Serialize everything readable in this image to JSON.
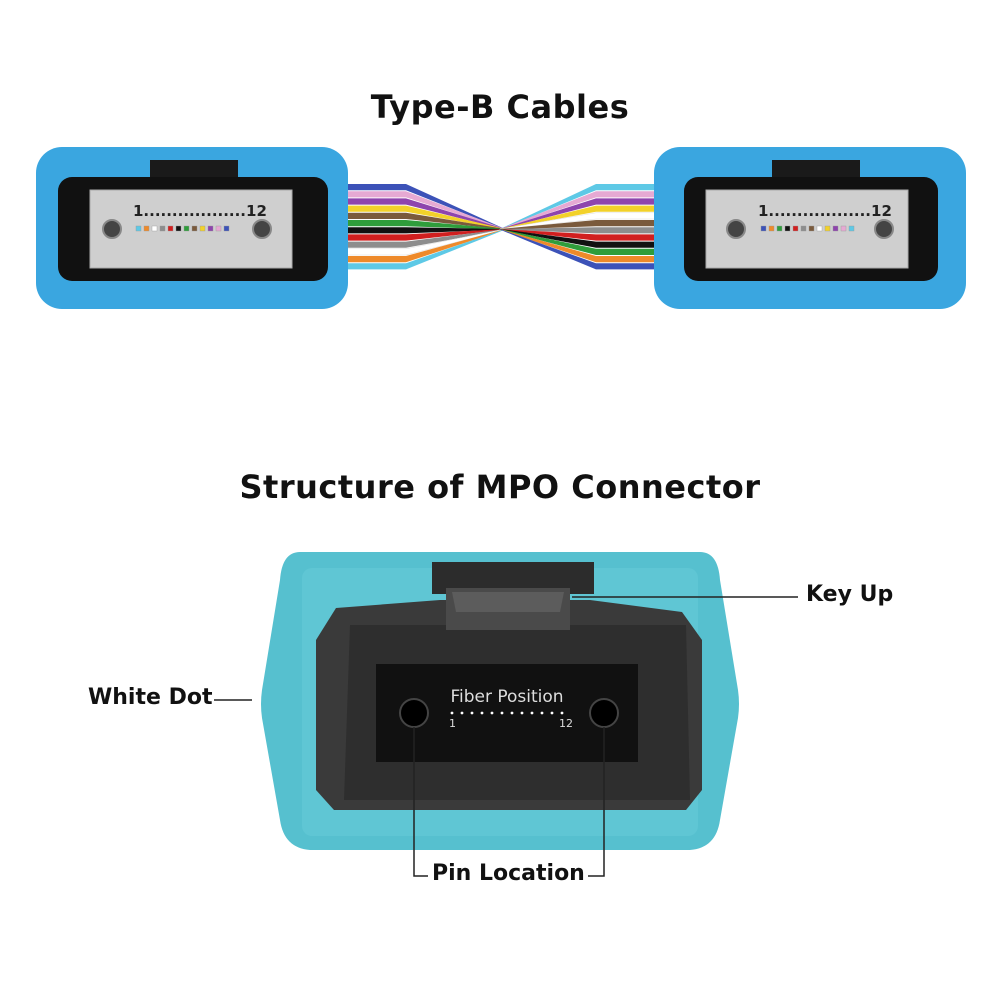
{
  "titles": {
    "type_b": "Type-B Cables",
    "structure": "Structure of MPO Connector"
  },
  "cable_connectors": {
    "left_range": "1..................12",
    "right_range": "1..................12"
  },
  "mpo": {
    "fiber_position": "Fiber Position",
    "start_num": "1",
    "end_num": "12"
  },
  "callouts": {
    "key_up": "Key Up",
    "white_dot": "White Dot",
    "pin_location": "Pin Location"
  },
  "colors": {
    "connector_blue": "#3aa6e0",
    "mpo_aqua": "#56c0cf",
    "fibers_left": [
      "#3c52b8",
      "#e6a9d3",
      "#8e44ad",
      "#f2d12a",
      "#7a5a3c",
      "#2f9d3b",
      "#111111",
      "#d11f1f",
      "#8d8d8d",
      "#ffffff",
      "#ee8a2a",
      "#5ec9e6"
    ],
    "fibers_right": [
      "#5ec9e6",
      "#e6a9d3",
      "#8e44ad",
      "#f2d12a",
      "#ffffff",
      "#7a5a3c",
      "#8d8d8d",
      "#d11f1f",
      "#111111",
      "#2f9d3b",
      "#ee8a2a",
      "#3c52b8"
    ]
  }
}
